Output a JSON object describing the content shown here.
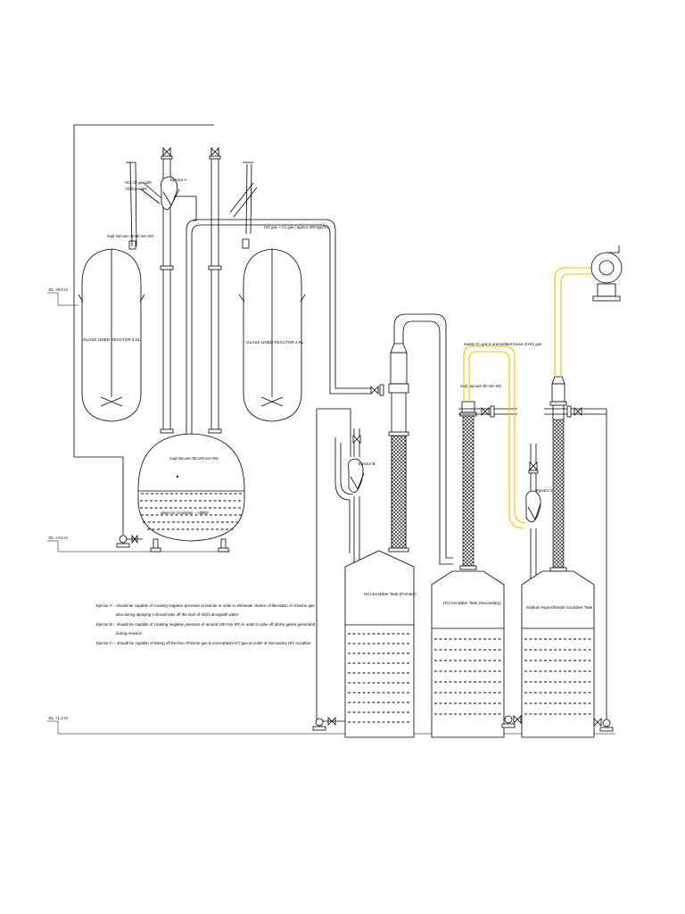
{
  "reactors": [
    {
      "label": "GLASS LINED REACTOR 4 KL"
    },
    {
      "label": "GLASS LINED REACTOR 4 KL"
    }
  ],
  "ejectors": [
    {
      "label": "Ejector A"
    },
    {
      "label": "Ejector B"
    },
    {
      "label": "Ejector C"
    }
  ],
  "process_labels": {
    "gas_with_alcl3": "HCL Cl gas with",
    "gas_with_alcl3_2": "AlCl3 powder",
    "vacuum_reactor": "reqd Vacuum 30-50 mm WC",
    "hcl_cl2_gas": "HCl gas + Cl₂ gas ( approx 200 kgs/hr)",
    "vacuum_receiver": "reqd Vacuum 80-100 mm WC",
    "receiver_liquid": "water for circulation -- AlMEE",
    "mainly_cl2_gas": "mainly Cl₂ gas & unscrubbed traces of HCl gas",
    "vacuum_secondary": "reqd Vacuum 50 mm WC"
  },
  "tanks": [
    {
      "label": "HCl Scrubber Tank (Primary)"
    },
    {
      "label": "HCl Scrubber Tank (Secondary)"
    },
    {
      "label": "Sodium Hypochloride Scrubber Tank"
    }
  ],
  "elevations": [
    "EL +9.0 m",
    "EL +4.5 m",
    "EL +1.2 m"
  ],
  "notes": [
    "Ejector A :- should be capable of creating negative pressure at reactor in order to eliminate chance of liberation of chlorine gas",
    "also during spraying it should take off the dust of AlCl3 alongwith water.",
    "Ejector B :- should be capable of creating negative pressure of around 100 mm WC in order to take off all the gases generated",
    "during reaction",
    "Ejector C :- should be capable of taking off the free Chlorine gas & unscrubbed HCl gas at outlet of Secondary HCl scrubber"
  ],
  "colors": {
    "line": "#000000",
    "gas_line": "#e8c400",
    "background": "#ffffff"
  }
}
